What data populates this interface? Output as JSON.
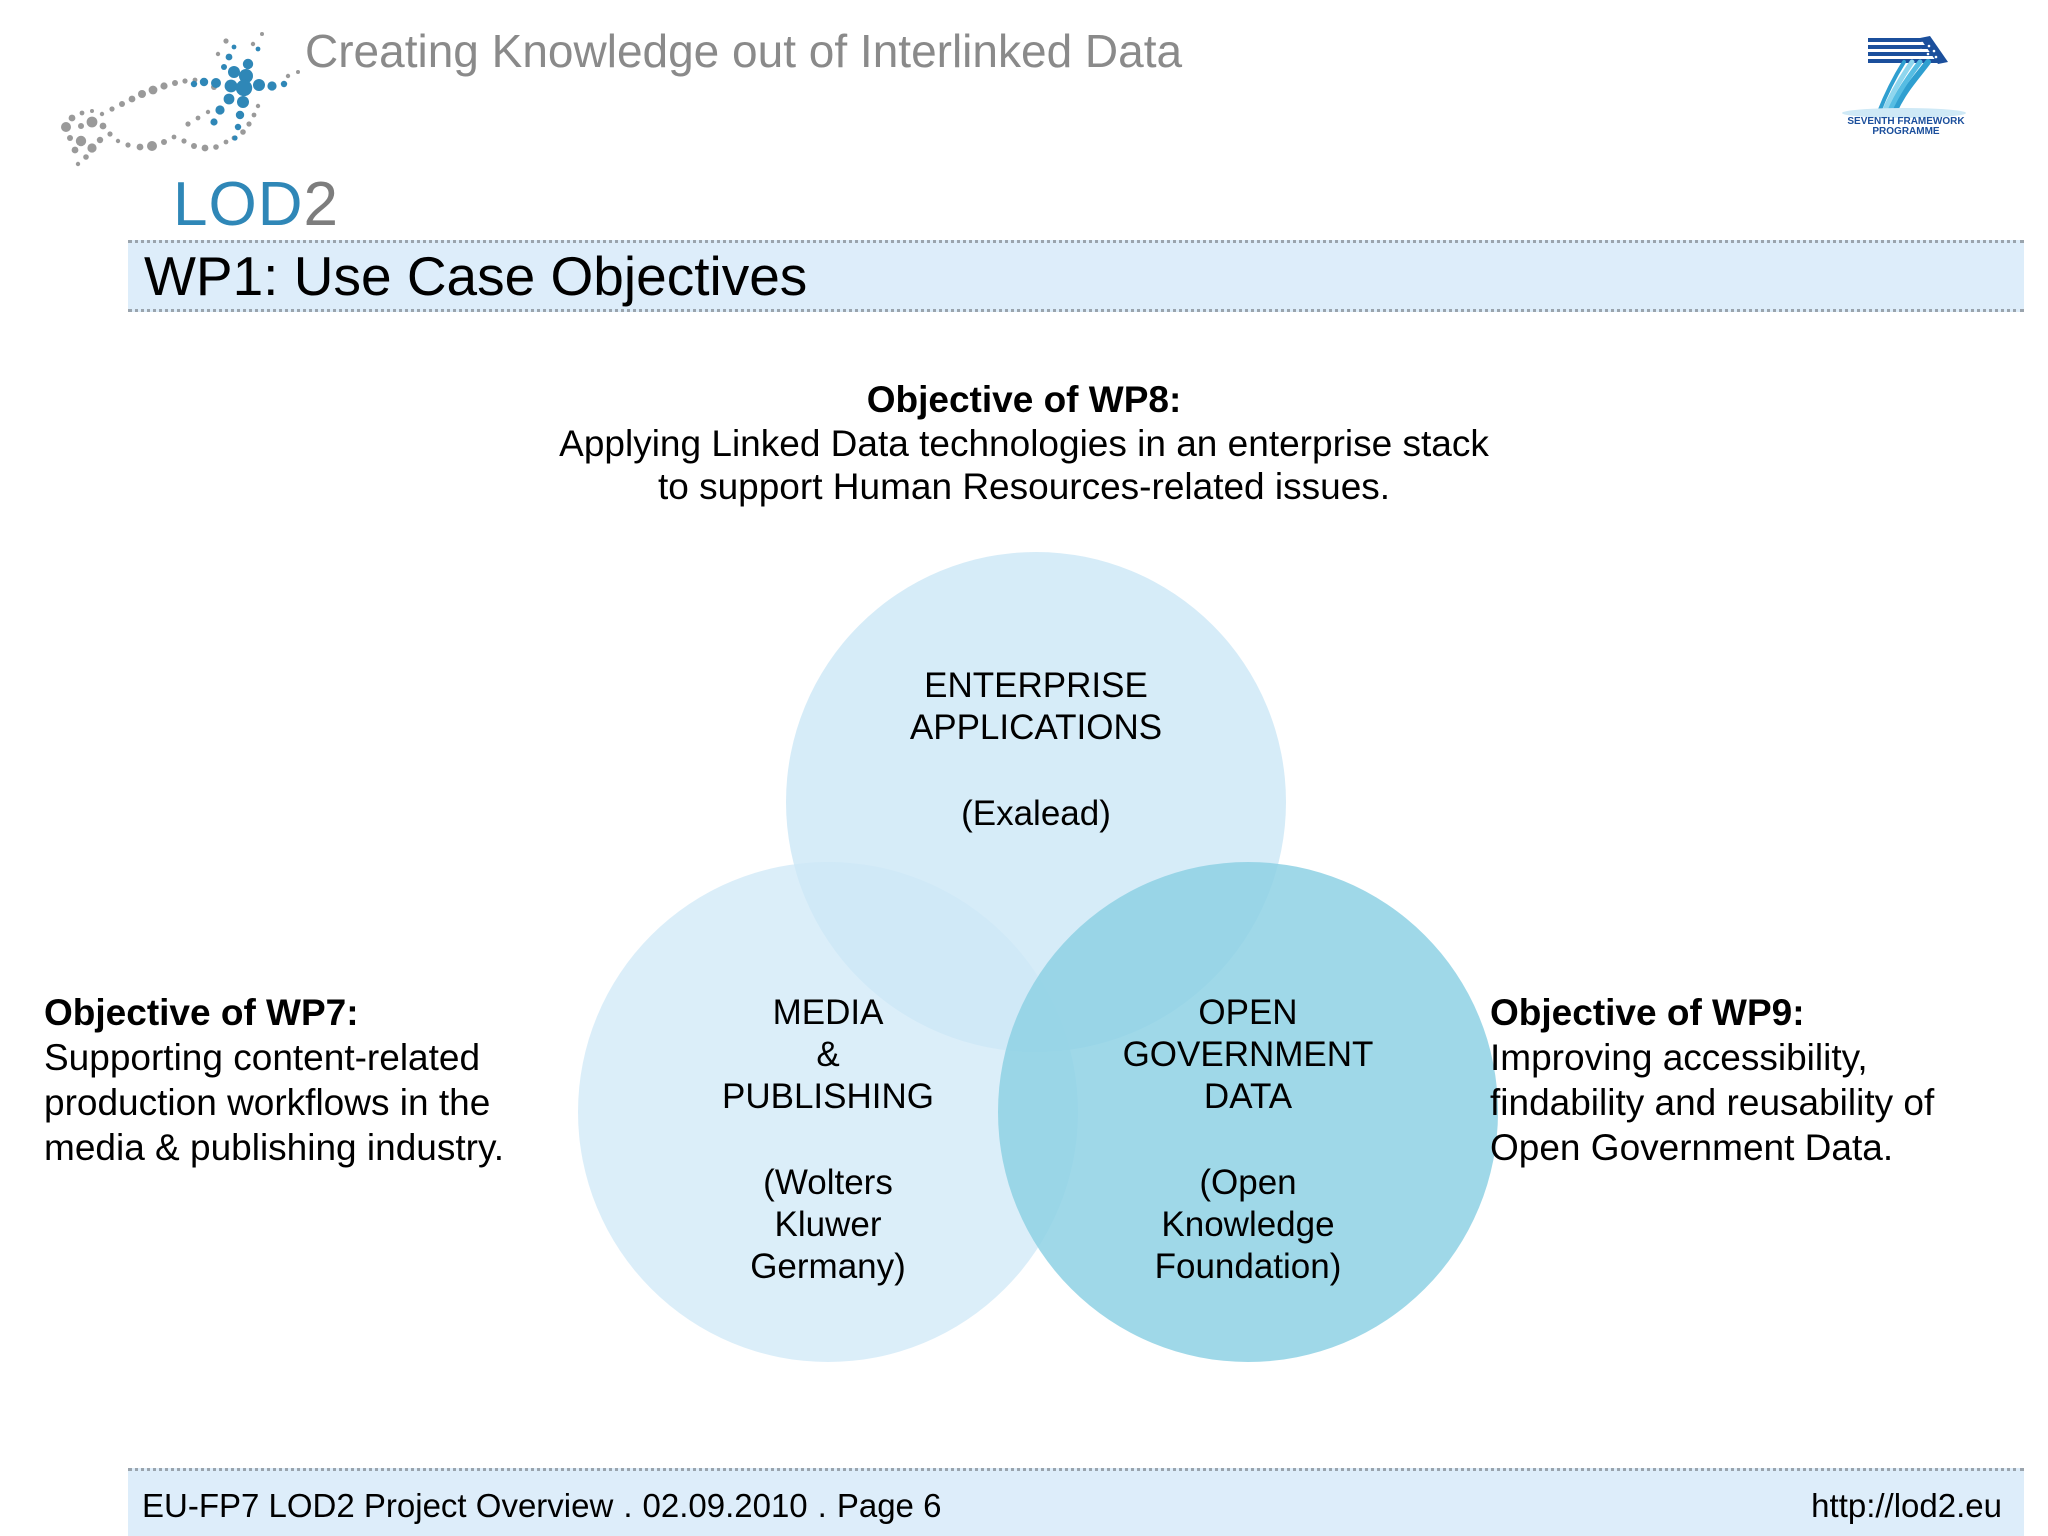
{
  "header": {
    "tagline": "Creating Knowledge out of Interlinked Data",
    "logo_text_primary": "LOD",
    "logo_text_secondary": "2",
    "fp7": {
      "line1": "SEVENTH FRAMEWORK",
      "line2": "PROGRAMME",
      "numeral": "7"
    }
  },
  "slide": {
    "title": "WP1: Use Case Objectives"
  },
  "objectives": {
    "wp8": {
      "heading": "Objective of WP8:",
      "line1": "Applying Linked Data technologies in an enterprise stack",
      "line2": "to support Human Resources-related issues."
    },
    "wp7": {
      "heading": "Objective of WP7:",
      "line1": "Supporting content-related",
      "line2": "production workflows in the",
      "line3": "media & publishing industry."
    },
    "wp9": {
      "heading": "Objective of WP9:",
      "line1": "Improving accessibility,",
      "line2": "findability and reusability of",
      "line3": "Open Government Data."
    }
  },
  "venn": {
    "circles": [
      {
        "id": "enterprise",
        "title_line1": "ENTERPRISE",
        "title_line2": "APPLICATIONS",
        "subtitle": "(Exalead)",
        "color": "#cde8f7"
      },
      {
        "id": "media",
        "title_line1": "MEDIA",
        "title_line2": "&",
        "title_line3": "PUBLISHING",
        "subtitle_line1": "(Wolters",
        "subtitle_line2": "Kluwer",
        "subtitle_line3": "Germany)",
        "color": "#cde8f7"
      },
      {
        "id": "ogd",
        "title_line1": "OPEN",
        "title_line2": "GOVERNMENT",
        "title_line3": "DATA",
        "subtitle_line1": "(Open",
        "subtitle_line2": "Knowledge",
        "subtitle_line3": "Foundation)",
        "color": "#8ed1e4"
      }
    ]
  },
  "footer": {
    "project": "EU-FP7 LOD2 Project Overview",
    "separator": ".",
    "date": "02.09.2010",
    "page": "Page 6",
    "url": "http://lod2.eu"
  },
  "colors": {
    "band_blue": "#ddedfa",
    "logo_blue": "#2f87b7",
    "logo_gray": "#7d7d7d",
    "tagline_gray": "#8a8a8a",
    "circle_light": "#cde8f7",
    "circle_teal": "#8ed1e4"
  }
}
